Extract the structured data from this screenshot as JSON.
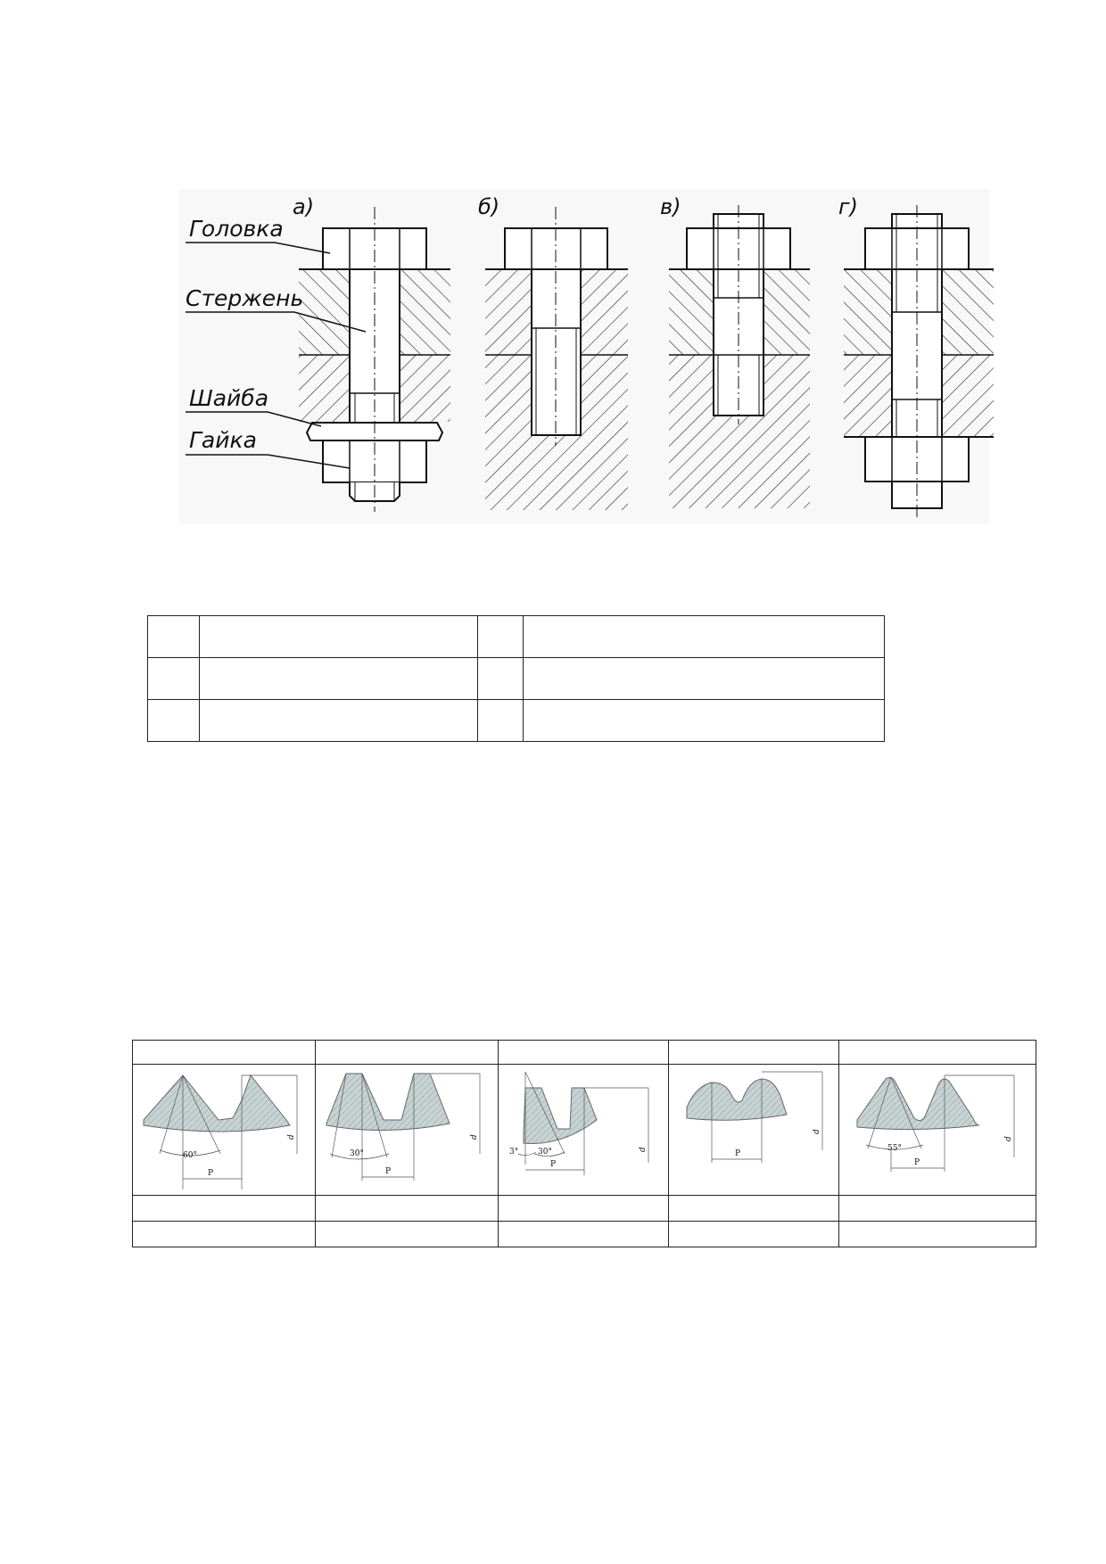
{
  "figure_labels": {
    "head": "Головка",
    "shank": "Стержень",
    "washer": "Шайба",
    "nut": "Гайка"
  },
  "panel_labels": [
    "а)",
    "б)",
    "в)",
    "г)"
  ],
  "thread_profiles": [
    {
      "angle": "60°",
      "pitch": "P",
      "diameter": "d"
    },
    {
      "angle": "30°",
      "pitch": "P",
      "diameter": "d"
    },
    {
      "angle_small": "3°",
      "angle": "30°",
      "pitch": "P",
      "diameter": "d"
    },
    {
      "pitch": "P",
      "diameter": "d"
    },
    {
      "angle": "55°",
      "pitch": "P",
      "diameter": "d"
    }
  ]
}
